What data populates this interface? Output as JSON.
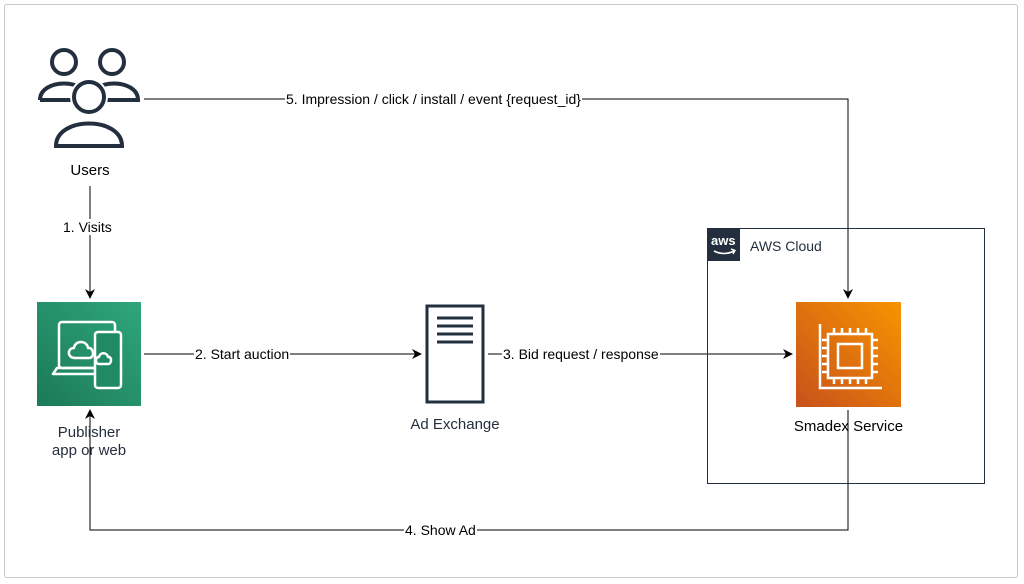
{
  "nodes": {
    "users": {
      "label": "Users",
      "icon": "users-icon"
    },
    "publisher": {
      "label_line1": "Publisher",
      "label_line2": "app or web",
      "icon": "client-app-icon",
      "color": "#1b7a57"
    },
    "ad_exchange": {
      "label": "Ad Exchange",
      "icon": "server-document-icon"
    },
    "smadex": {
      "label": "Smadex Service",
      "icon": "ec2-instance-icon",
      "color": "#e7701a"
    }
  },
  "group": {
    "title": "AWS Cloud",
    "badge_text": "aws",
    "badge_color": "#232f3e"
  },
  "edges": {
    "visits": "1. Visits",
    "start_auction": "2. Start auction",
    "bid": "3. Bid request / response",
    "show_ad": "4. Show Ad",
    "impression": "5. Impression / click / install / event {request_id}"
  }
}
